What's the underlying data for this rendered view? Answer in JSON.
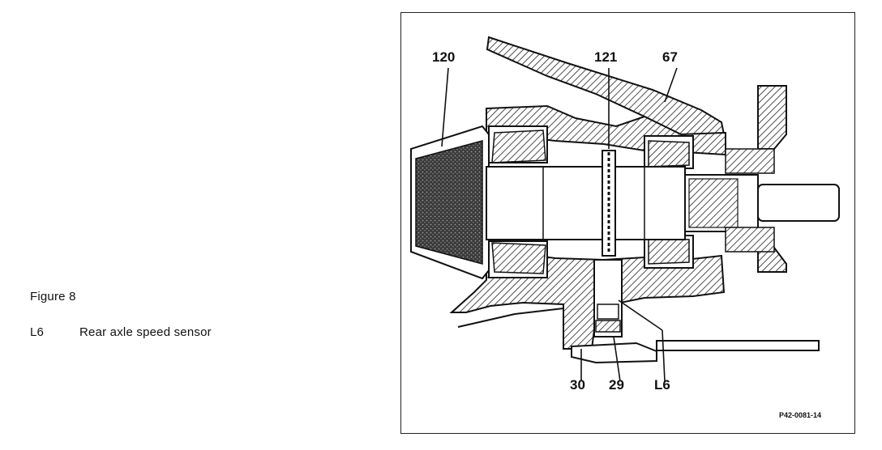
{
  "caption": {
    "figure_title": "Figure 8",
    "legend": [
      {
        "code": "L6",
        "description": "Rear axle speed sensor"
      }
    ]
  },
  "figure": {
    "callouts": {
      "c120": "120",
      "c121": "121",
      "c67": "67",
      "c30": "30",
      "c29": "29",
      "cL6": "L6"
    },
    "reference": "P42-0081-14"
  }
}
